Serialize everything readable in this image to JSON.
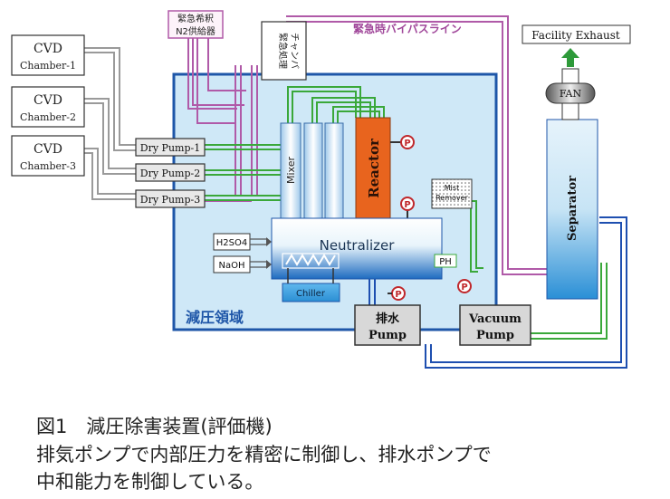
{
  "chambers": [
    {
      "line1": "CVD",
      "line2": "Chamber-1"
    },
    {
      "line1": "CVD",
      "line2": "Chamber-2"
    },
    {
      "line1": "CVD",
      "line2": "Chamber-3"
    }
  ],
  "dry_pumps": [
    "Dry Pump-1",
    "Dry Pump-2",
    "Dry Pump-3"
  ],
  "n2_supply": {
    "line1": "緊急希釈",
    "line2": "N2供給器"
  },
  "emergency_chamber": {
    "line1": "緊急処理",
    "line2": "チャンバ"
  },
  "bypass_label": "緊急時バイパスライン",
  "facility_exhaust": "Facility Exhaust",
  "fan": "FAN",
  "separator": "Separator",
  "mixer": "Mixer",
  "reactor": "Reactor",
  "mist_remover": {
    "line1": "Mist",
    "line2": "Remover"
  },
  "neutralizer": "Neutralizer",
  "chemicals": [
    "H2SO4",
    "NaOH"
  ],
  "ph": "PH",
  "chiller": "Chiller",
  "pressure_gauge": "P",
  "drain_pump": {
    "line1": "排水",
    "line2": "Pump"
  },
  "vacuum_pump": {
    "line1": "Vacuum",
    "line2": "Pump"
  },
  "region_label": "減圧領域",
  "caption": {
    "line1": "図1　減圧除害装置(評価機)",
    "line2": "排気ポンプで内部圧力を精密に制御し、排水ポンプで",
    "line3": "中和能力を制御している。"
  },
  "colors": {
    "region_fill": "#cfe8f7",
    "region_border": "#1e56a8",
    "reactor": "#e8641e",
    "green_pipe": "#3aa83a",
    "purple_pipe": "#b05aa8",
    "blue_pipe": "#1e4fb0",
    "gray_pipe": "#9a9a9a",
    "arrow_green": "#2e9a3a"
  }
}
